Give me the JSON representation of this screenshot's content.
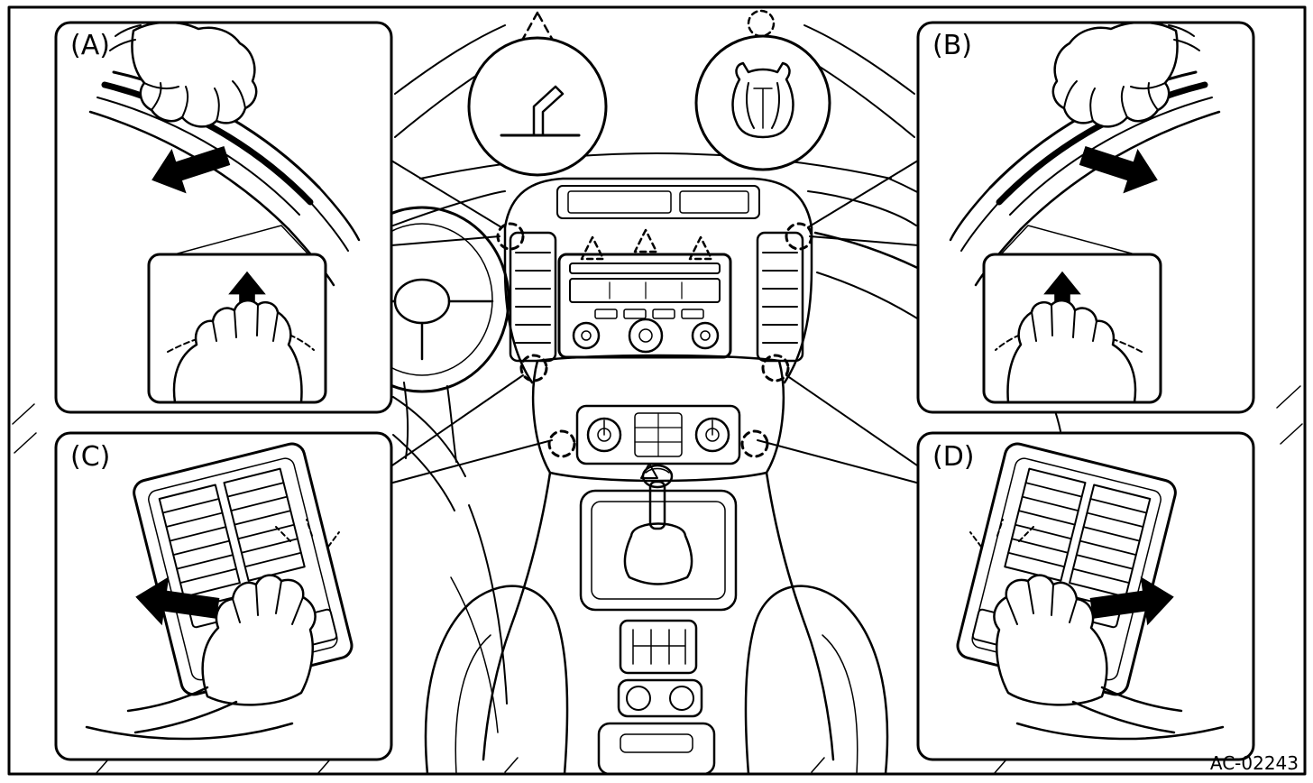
{
  "figure": {
    "code": "AC-02243",
    "insets": [
      {
        "id": "A",
        "label": "(A)"
      },
      {
        "id": "B",
        "label": "(B)"
      },
      {
        "id": "C",
        "label": "(C)"
      },
      {
        "id": "D",
        "label": "(D)"
      }
    ],
    "legend": [
      {
        "icon": "triangle-clip-icon",
        "marker": "dashed-triangle"
      },
      {
        "icon": "box-clip-icon",
        "marker": "dashed-circle"
      }
    ],
    "colors": {
      "line": "#000000",
      "background": "#ffffff"
    }
  }
}
